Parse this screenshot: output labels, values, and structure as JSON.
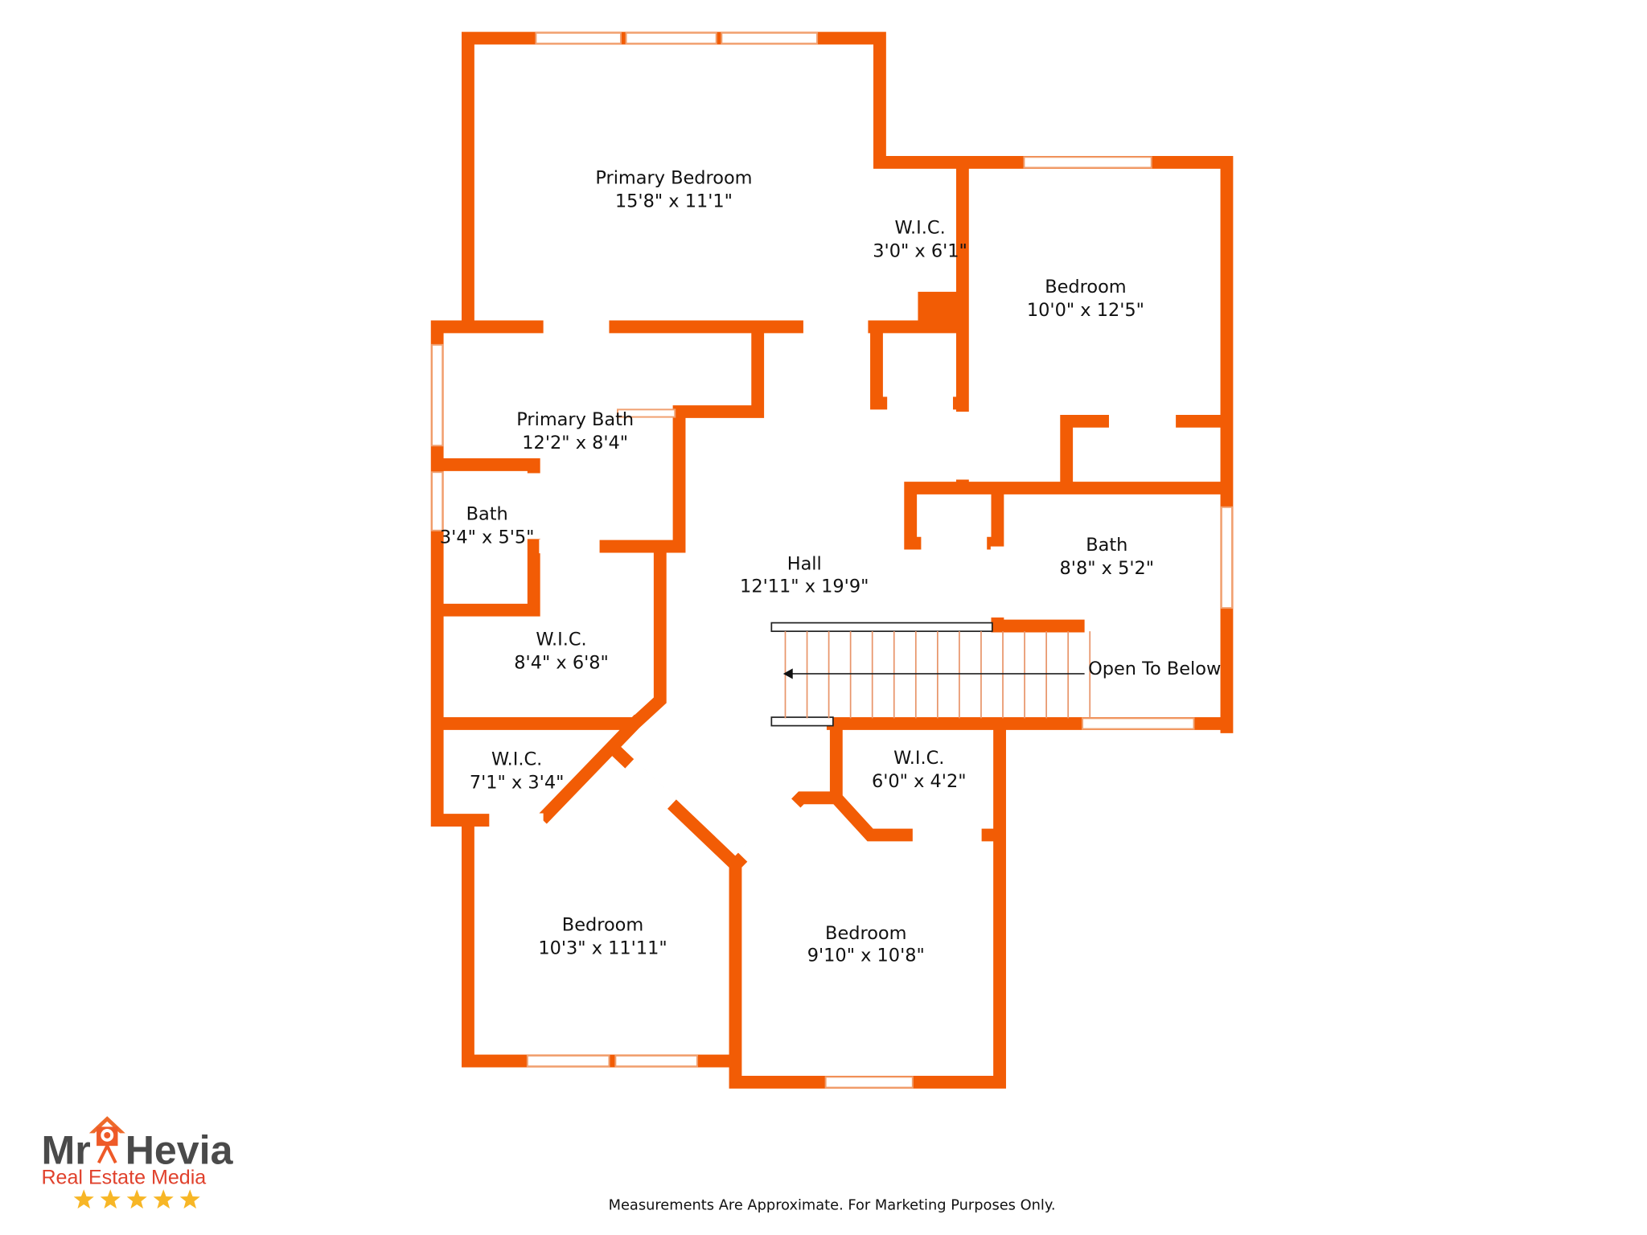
{
  "rooms": [
    {
      "name": "Primary Bedroom",
      "size": "15'8\" x 11'1\""
    },
    {
      "name": "W.I.C.",
      "size": "3'0\" x 6'1\""
    },
    {
      "name": "Bedroom",
      "size": "10'0\" x 12'5\""
    },
    {
      "name": "Primary Bath",
      "size": "12'2\" x 8'4\""
    },
    {
      "name": "Bath",
      "size": "3'4\" x 5'5\""
    },
    {
      "name": "Hall",
      "size": "12'11\" x 19'9\""
    },
    {
      "name": "Bath",
      "size": "8'8\" x 5'2\""
    },
    {
      "name": "W.I.C.",
      "size": "8'4\" x 6'8\""
    },
    {
      "name": "W.I.C.",
      "size": "7'1\" x 3'4\""
    },
    {
      "name": "W.I.C.",
      "size": "6'0\" x 4'2\""
    },
    {
      "name": "Bedroom",
      "size": "10'3\" x 11'11\""
    },
    {
      "name": "Bedroom",
      "size": "9'10\" x 10'8\""
    }
  ],
  "open_to_below": "Open To Below",
  "footer": "Measurements Are Approximate. For Marketing Purposes Only.",
  "logo": {
    "line1a": "Mr",
    "line1b": "Hevia",
    "line2": "Real Estate Media",
    "stars": 5
  },
  "colors": {
    "wall": "#F25C05",
    "logo_text": "#4a4a4a",
    "logo_accent": "#E0412C",
    "star": "#F7B626"
  }
}
